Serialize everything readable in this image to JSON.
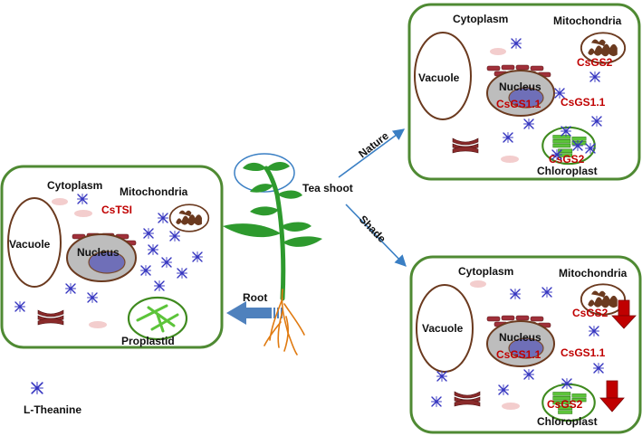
{
  "colors": {
    "cell_wall": "#4f8a33",
    "vacuole_border": "#6b3a1f",
    "nucleus_fill": "#bdbdbd",
    "nucleolus": "#6f6fb8",
    "enzyme_text": "#c00000",
    "theanine_marker": "#3535c0",
    "arrow_blue": "#3a7fc4",
    "down_arrow": "#c00000",
    "root_arrow": "#4f81bd"
  },
  "icons": {
    "theanine": "asterisk-cross-icon",
    "mitochondria": "mitochondria-icon",
    "chloroplast": "chloroplast-icon",
    "proplastid": "proplastid-icon",
    "down_arrow": "down-arrow-icon"
  },
  "root_cell": {
    "cytoplasm": "Cytoplasm",
    "mitochondria": "Mitochondria",
    "enzyme": "CsTSI",
    "vacuole": "Vacuole",
    "nucleus": "Nucleus",
    "plastid": "Proplastid"
  },
  "root_arrow_label": "Root",
  "plant_label": "Tea shoot",
  "arrow_nature": "Nature",
  "arrow_shade": "Shade",
  "nature_cell": {
    "cytoplasm": "Cytoplasm",
    "mitochondria": "Mitochondria",
    "mito_enzyme": "CsGS2",
    "vacuole": "Vacuole",
    "nucleus": "Nucleus",
    "nucleus_enzyme": "CsGS1.1",
    "cyto_enzyme": "CsGS1.1",
    "plastid_enzyme": "CsGS2",
    "plastid": "Chloroplast"
  },
  "shade_cell": {
    "cytoplasm": "Cytoplasm",
    "mitochondria": "Mitochondria",
    "mito_enzyme": "CsGS2",
    "vacuole": "Vacuole",
    "nucleus": "Nucleus",
    "nucleus_enzyme": "CsGS1.1",
    "cyto_enzyme": "CsGS1.1",
    "plastid_enzyme": "CsGS2",
    "plastid": "Chloroplast"
  },
  "legend": {
    "label": "L-Theanine"
  }
}
